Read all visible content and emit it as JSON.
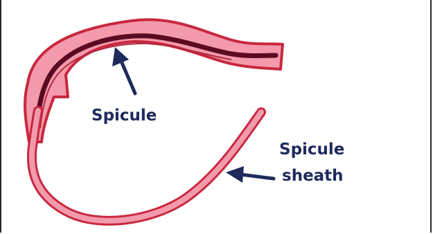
{
  "diagram": {
    "labels": {
      "spicule": "Spicule",
      "sheath_line1": "Spicule",
      "sheath_line2": "sheath"
    },
    "colors": {
      "body_fill": "#f39aac",
      "body_outline": "#c8283f",
      "spicule_core": "#5c0a22",
      "arrow": "#1f2a5c",
      "label": "#1f2a5c"
    }
  }
}
